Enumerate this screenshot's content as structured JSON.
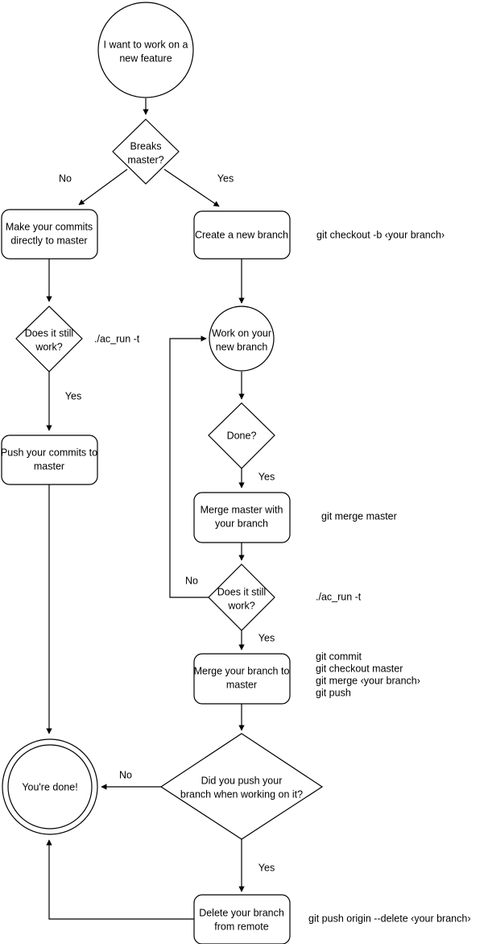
{
  "diagram": {
    "title": "Git branching workflow flowchart",
    "background_color": "#ffffff",
    "stroke_color": "#000000",
    "text_color": "#000000"
  },
  "nodes": {
    "start": {
      "type": "circle",
      "label_line1": "I want to work on a",
      "label_line2": "new feature"
    },
    "breaks_master": {
      "type": "diamond",
      "label_line1": "Breaks",
      "label_line2": "master?"
    },
    "make_commits": {
      "type": "rounded-rect",
      "label_line1": "Make your commits",
      "label_line2": "directly to master"
    },
    "create_branch": {
      "type": "rounded-rect",
      "label_line1": "Create a new branch",
      "label_line2": ""
    },
    "does_it_still_work_left": {
      "type": "diamond",
      "label_line1": "Does it still",
      "label_line2": "work?"
    },
    "push_commits": {
      "type": "rounded-rect",
      "label_line1": "Push your commits to",
      "label_line2": "master"
    },
    "work_on_branch": {
      "type": "circle",
      "label_line1": "Work on your",
      "label_line2": "new branch"
    },
    "done": {
      "type": "diamond",
      "label_line1": "Done?",
      "label_line2": ""
    },
    "merge_master_with_branch": {
      "type": "rounded-rect",
      "label_line1": "Merge master with",
      "label_line2": "your branch"
    },
    "does_it_still_work_right": {
      "type": "diamond",
      "label_line1": "Does it still",
      "label_line2": "work?"
    },
    "merge_branch_to_master": {
      "type": "rounded-rect",
      "label_line1": "Merge your branch to",
      "label_line2": "master"
    },
    "did_you_push": {
      "type": "diamond",
      "label_line1": "Did you push your",
      "label_line2": "branch when working on it?"
    },
    "delete_branch": {
      "type": "rounded-rect",
      "label_line1": "Delete your branch",
      "label_line2": "from remote"
    },
    "youre_done": {
      "type": "double-circle",
      "label_line1": "You're done!",
      "label_line2": ""
    }
  },
  "edge_labels": {
    "breaks_no": "No",
    "breaks_yes": "Yes",
    "left_work_yes": "Yes",
    "done_yes": "Yes",
    "still_work_no": "No",
    "still_work_yes": "Yes",
    "did_push_no": "No",
    "did_push_yes": "Yes"
  },
  "annotations": {
    "checkout": "git checkout -b ‹your branch›",
    "ac_run_left": "./ac_run -t",
    "merge_master": "git merge master",
    "ac_run_right": "./ac_run -t",
    "merge_commands_line1": "git commit",
    "merge_commands_line2": "git checkout master",
    "merge_commands_line3": "git merge ‹your branch›",
    "merge_commands_line4": "git push",
    "delete_remote": "git push origin --delete ‹your branch›"
  }
}
